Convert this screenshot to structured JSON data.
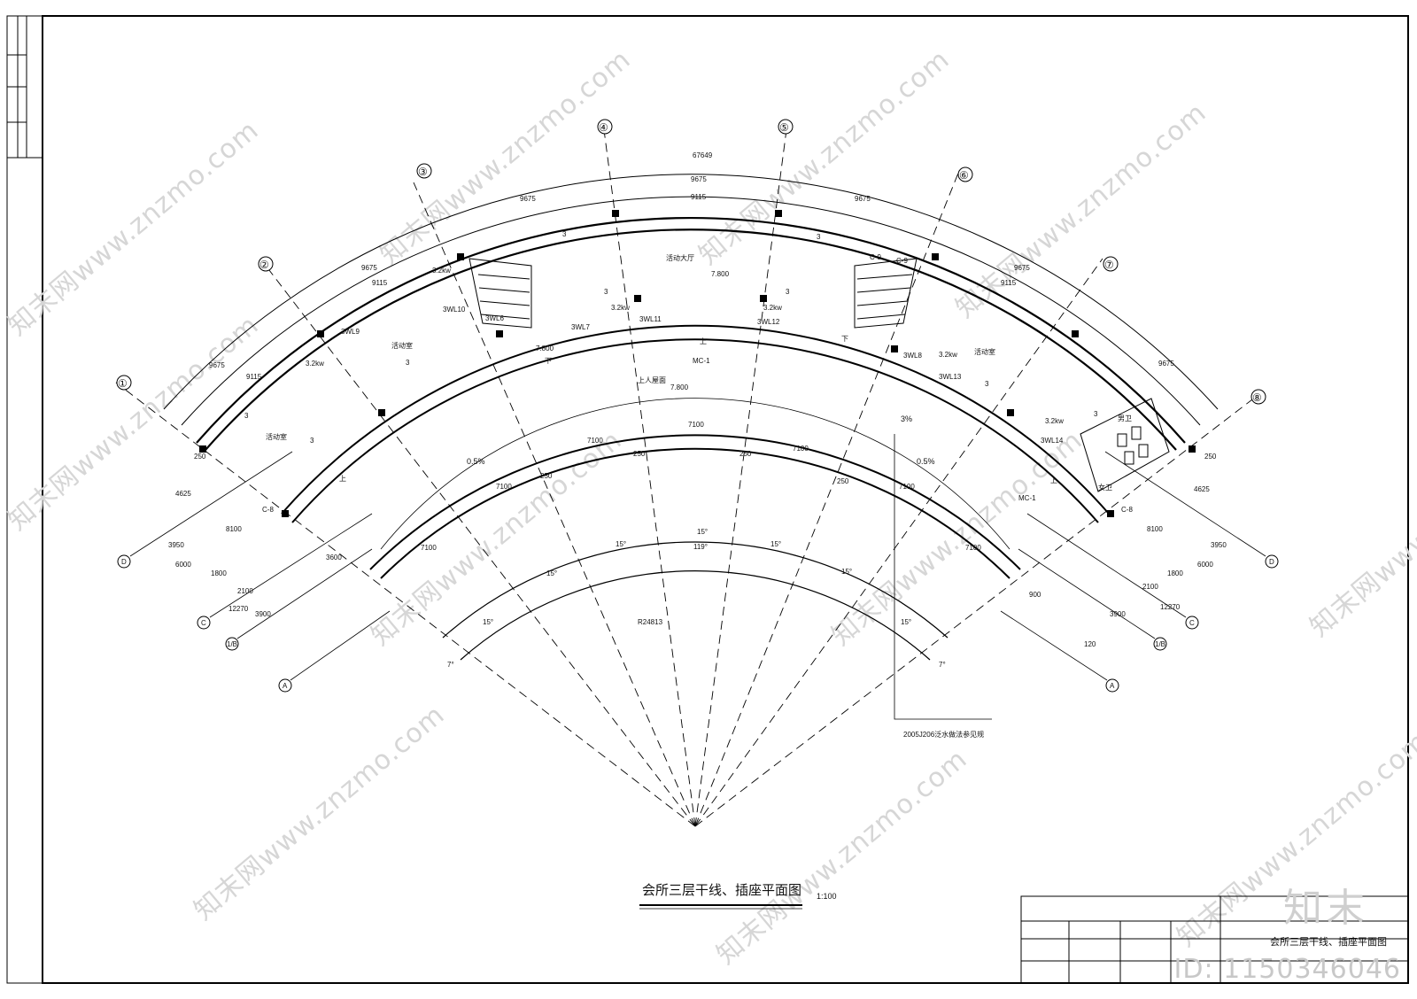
{
  "title": "会所三层干线、插座平面图",
  "scale": "1:100",
  "title_block_name": "会所三层干线、插座平面图",
  "brand": "知末",
  "brand_id": "ID: 1150346046",
  "watermark": "知末网www.znzmo.com",
  "grid_axes": [
    "①",
    "②",
    "③",
    "④",
    "⑤",
    "⑥",
    "⑦",
    "⑧"
  ],
  "row_axes": {
    "d": "D",
    "c": "C",
    "a": "A",
    "b": "1/B"
  },
  "dims": {
    "overall": "67649",
    "bay_outer": "9675",
    "bay_inner": "9115",
    "span_inner": "7100",
    "col": "250",
    "r": "R24813",
    "d1": "8100",
    "d2": "3950",
    "d3": "6000",
    "d4": "1800",
    "d5": "2100",
    "d6": "3900",
    "d7": "12270",
    "d8": "4625",
    "d9": "3600",
    "d10": "900",
    "d11": "120"
  },
  "angles": {
    "a15": "15°",
    "a119": "119°",
    "a7": "7°"
  },
  "rooms": {
    "hall": "活动大厅",
    "act": "活动室",
    "roof": "上人屋面",
    "toilet_m": "男卫",
    "toilet_f": "女卫"
  },
  "levels": {
    "l1": "7.800",
    "l2": "7.800",
    "l3": "7.800"
  },
  "slopes": {
    "s1": "0.5%",
    "s2": "3%"
  },
  "circuits": [
    "3WL9",
    "3WL10",
    "3WL6",
    "3WL7",
    "3WL11",
    "3WL12",
    "3WL8",
    "3WL13",
    "3WL14"
  ],
  "loads": {
    "p": "3.2kw"
  },
  "wire_count": "3",
  "doors": {
    "mc1": "MC-1",
    "c8": "C-8",
    "c9": "C-9"
  },
  "stairs": {
    "up": "上",
    "down": "下"
  },
  "note": "2005J206泛水做法参见规"
}
